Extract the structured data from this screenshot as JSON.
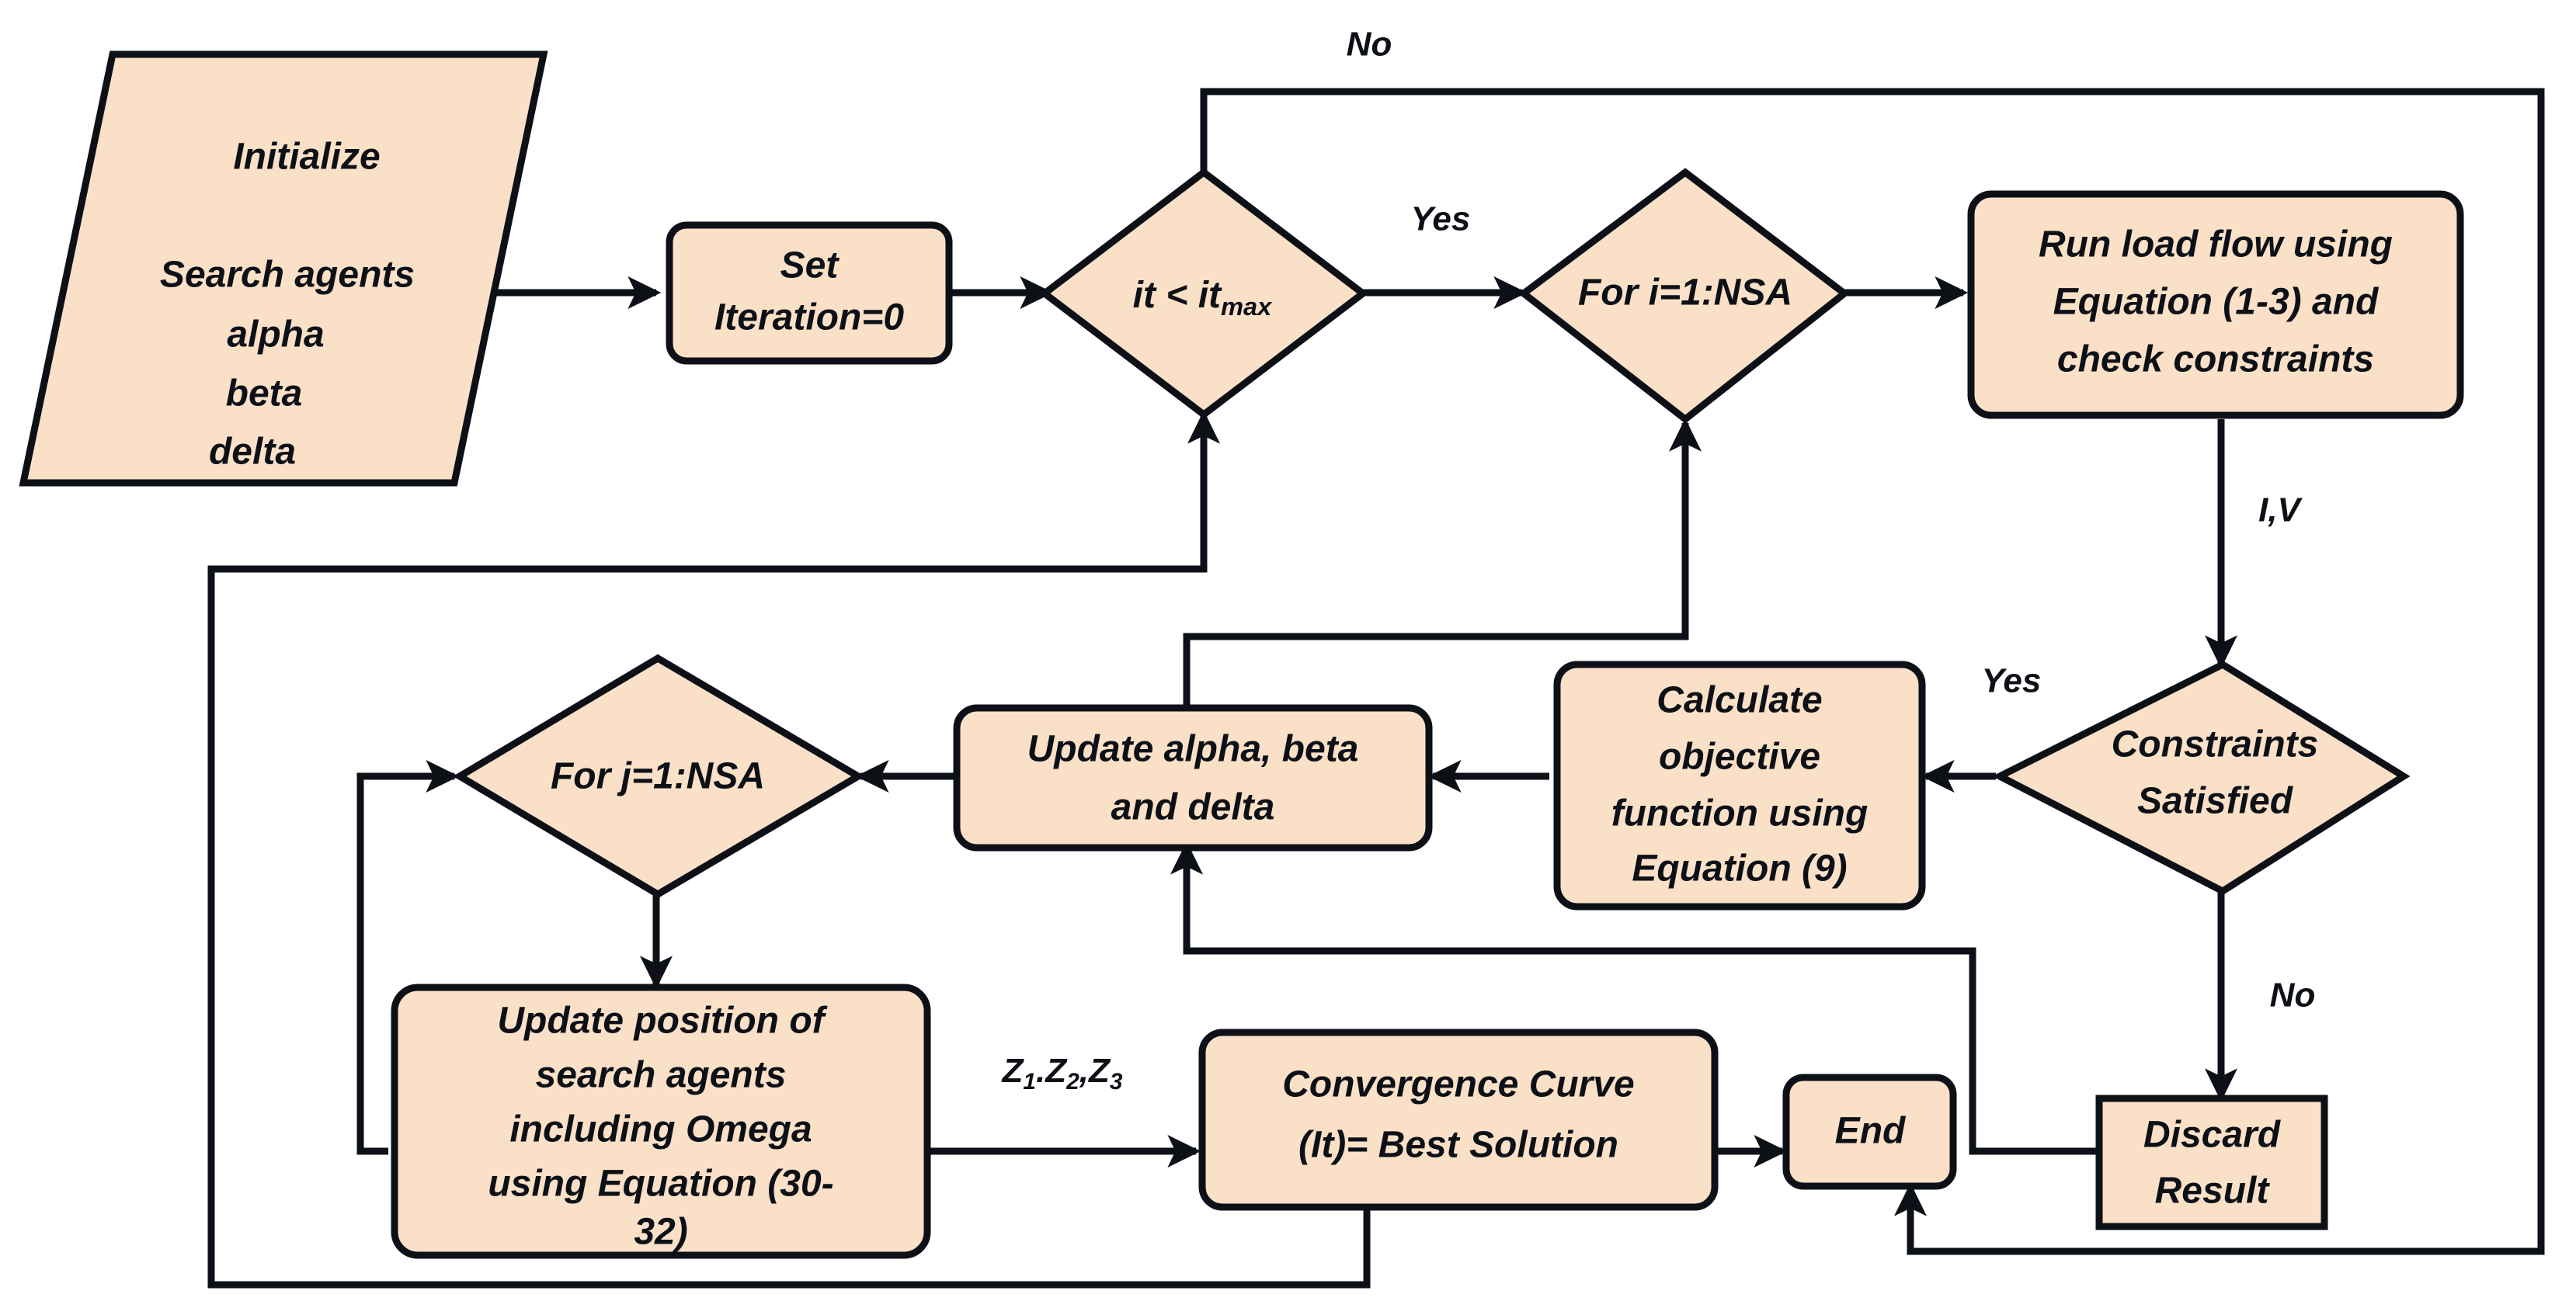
{
  "diagram": {
    "title": "Grey Wolf Optimizer load-flow flowchart",
    "colors": {
      "node_fill": "#fbe0c8",
      "stroke": "#0d1117",
      "background": "#ffffff"
    },
    "nodes": {
      "initialize": {
        "shape": "parallelogram",
        "lines": [
          "Initialize",
          "",
          "Search agents",
          "alpha",
          "beta",
          "delta"
        ],
        "line1": "Initialize",
        "line2": "Search agents",
        "line3": "alpha",
        "line4": "beta",
        "line5": "delta"
      },
      "set_iteration": {
        "shape": "rounded-rect",
        "line1": "Set",
        "line2": "Iteration=0"
      },
      "it_check": {
        "shape": "diamond",
        "prefix": "it < it",
        "subscript": "max"
      },
      "for_i": {
        "shape": "diamond",
        "label": "For i=1:NSA"
      },
      "run_load_flow": {
        "shape": "rounded-rect",
        "line1": "Run load flow using",
        "line2": "Equation (1-3) and",
        "line3": "check constraints"
      },
      "constraints_satisfied": {
        "shape": "diamond",
        "line1": "Constraints",
        "line2": "Satisfied"
      },
      "calculate_objective": {
        "shape": "rounded-rect",
        "line1": "Calculate",
        "line2": "objective",
        "line3": "function using",
        "line4": "Equation (9)"
      },
      "update_abd": {
        "shape": "rounded-rect",
        "line1": "Update alpha, beta",
        "line2": "and delta"
      },
      "for_j": {
        "shape": "diamond",
        "label": "For j=1:NSA"
      },
      "update_position": {
        "shape": "rounded-rect",
        "line1": "Update position of",
        "line2": "search agents",
        "line3": "including Omega",
        "line4": "using Equation (30-",
        "line5": "32)"
      },
      "convergence_curve": {
        "shape": "rounded-rect",
        "line1": "Convergence Curve",
        "line2": "(It)= Best Solution"
      },
      "end": {
        "shape": "rounded-rect",
        "label": "End"
      },
      "discard_result": {
        "shape": "rect",
        "line1": "Discard",
        "line2": "Result"
      }
    },
    "edge_labels": {
      "no_top": "No",
      "yes_it": "Yes",
      "iv": "I,V",
      "yes_constraints": "Yes",
      "no_constraints": "No",
      "z_prefix": "Z",
      "z_sub1": "1",
      "z_mid": ".Z",
      "z_sub2": "2",
      "z_tail": ",Z",
      "z_sub3": "3"
    }
  }
}
